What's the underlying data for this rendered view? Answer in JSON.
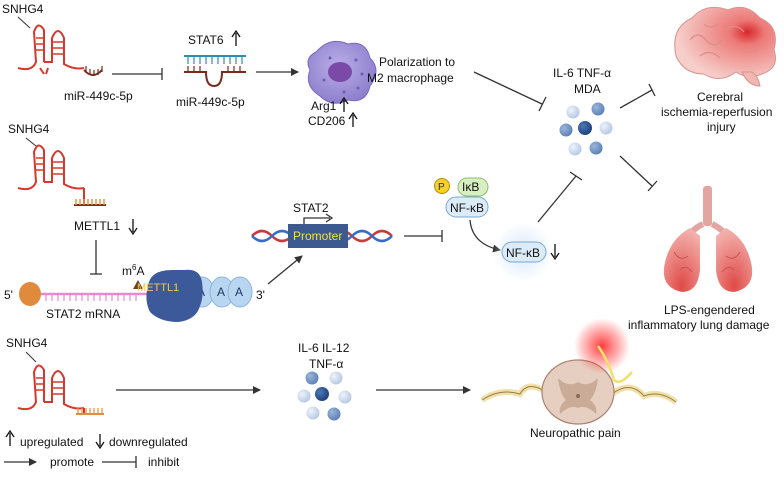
{
  "colors": {
    "rna_red": "#d9372e",
    "stat6_teal": "#2a8fb5",
    "mir_brown": "#7a2a1c",
    "macrophage": "#9b8fd6",
    "arrow": "#333333",
    "ikb_green": "#d8efc4",
    "nfkb_blue": "#dcebf8",
    "promoter_box": "#3c5a8f",
    "promoter_text": "#f2e23c",
    "mettl1_blue": "#3c5a9a",
    "mettl1_text": "#f3c54a",
    "polyA": "#b8d6f0",
    "cap_orange": "#e08b3c",
    "pink_mrna": "#e58bd0",
    "lung": "#e58a86",
    "brain": "#f0b7b3"
  },
  "icons": [
    "brain-icon",
    "lung-icon",
    "macrophage-icon",
    "spinal-cord-icon",
    "cytokine-cluster-icon"
  ],
  "row1": {
    "snhg4": "SNHG4",
    "mir_a": "miR-449c-5p",
    "stat6": "STAT6",
    "mir_b": "miR-449c-5p",
    "arg1": "Arg1",
    "cd206": "CD206",
    "polarization_l1": "Polarization to",
    "polarization_l2": "M2 macrophage",
    "cytokines_l1": "IL-6 TNF-α",
    "cytokines_l2": "MDA",
    "cerebral_l1": "Cerebral",
    "cerebral_l2": "ischemia-reperfusion",
    "cerebral_l3": "injury"
  },
  "row2": {
    "snhg4": "SNHG4",
    "mettl1": "METTL1",
    "stat2": "STAT2",
    "promoter": "Promoter",
    "p": "P",
    "ikb": "IκB",
    "nfkb_bound": "NF-κB",
    "nfkb_free": "NF-κB",
    "five_prime": "5'",
    "three_prime": "3'",
    "m6a_base": "m",
    "m6a_sup": "6",
    "m6a_a": "A",
    "mettl1_enzyme": "METTL1",
    "polyA": [
      "A",
      "A",
      "A"
    ],
    "stat2_mrna": "STAT2 mRNA",
    "lps_l1": "LPS-engendered",
    "lps_l2": "inflammatory lung damage"
  },
  "row3": {
    "snhg4": "SNHG4",
    "cytokines_l1": "IL-6 IL-12",
    "cytokines_l2": "TNF-α",
    "neuropathic": "Neuropathic pain"
  },
  "legend": {
    "upregulated": "upregulated",
    "downregulated": "downregulated",
    "promote": "promote",
    "inhibit": "inhibit"
  }
}
